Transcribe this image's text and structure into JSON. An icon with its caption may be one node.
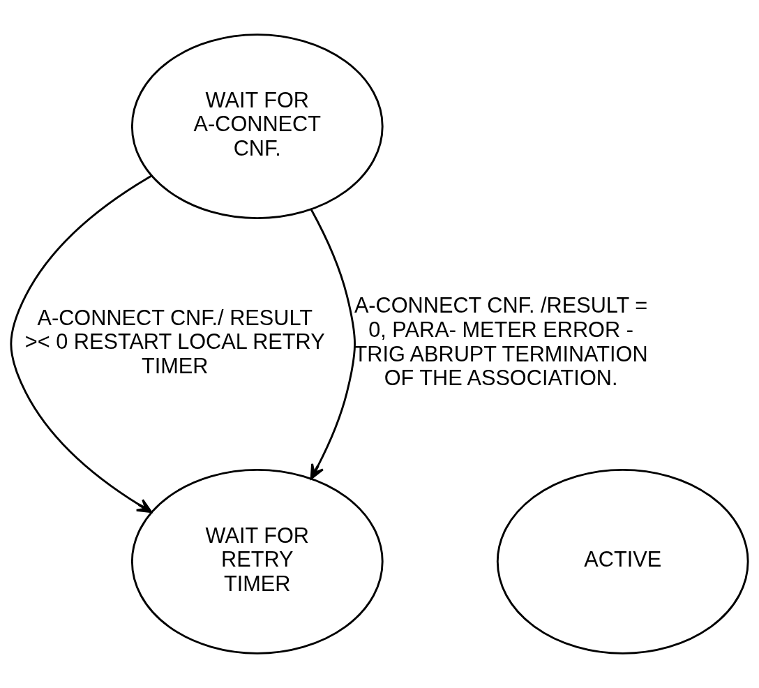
{
  "diagram": {
    "nodes": [
      {
        "text": [
          "WAIT FOR A-CONNECT CNF."
        ]
      },
      {
        "text": [
          "ACTIVE"
        ]
      },
      {
        "text": [
          "WAIT FOR RETRY TIMER"
        ]
      }
    ],
    "edges": [
      {
        "from": 0,
        "to": 2,
        "arrow": "to",
        "label": "A-CONNECT CNF./ RESULT >< 0 RESTART LOCAL RETRY TIMER"
      },
      {
        "from": 0,
        "to": 2,
        "arrow": "to",
        "label": "A-CONNECT CNF. /RESULT = 0, PARA- METER ERROR - TRIG ABRUPT TERMINATION OF THE ASSOCIATION."
      }
    ]
  }
}
